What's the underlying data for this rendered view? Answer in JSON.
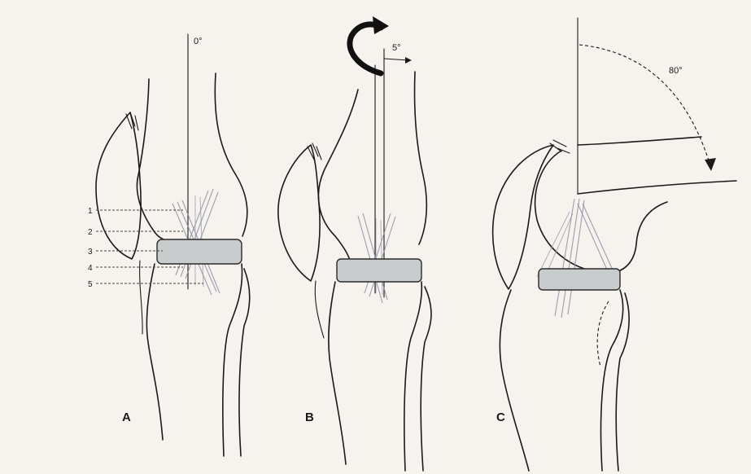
{
  "panels": {
    "A": {
      "label": "A",
      "angle_label": "0°"
    },
    "B": {
      "label": "B",
      "angle_label": "5°"
    },
    "C": {
      "label": "C",
      "angle_label": "80°"
    }
  },
  "structure_numbers": [
    "1",
    "2",
    "3",
    "4",
    "5"
  ],
  "colors": {
    "line": "#1a1a1a",
    "ligament": "#8d8ea3",
    "meniscus": "#c9cccd",
    "paper": "#f6f3ee"
  }
}
